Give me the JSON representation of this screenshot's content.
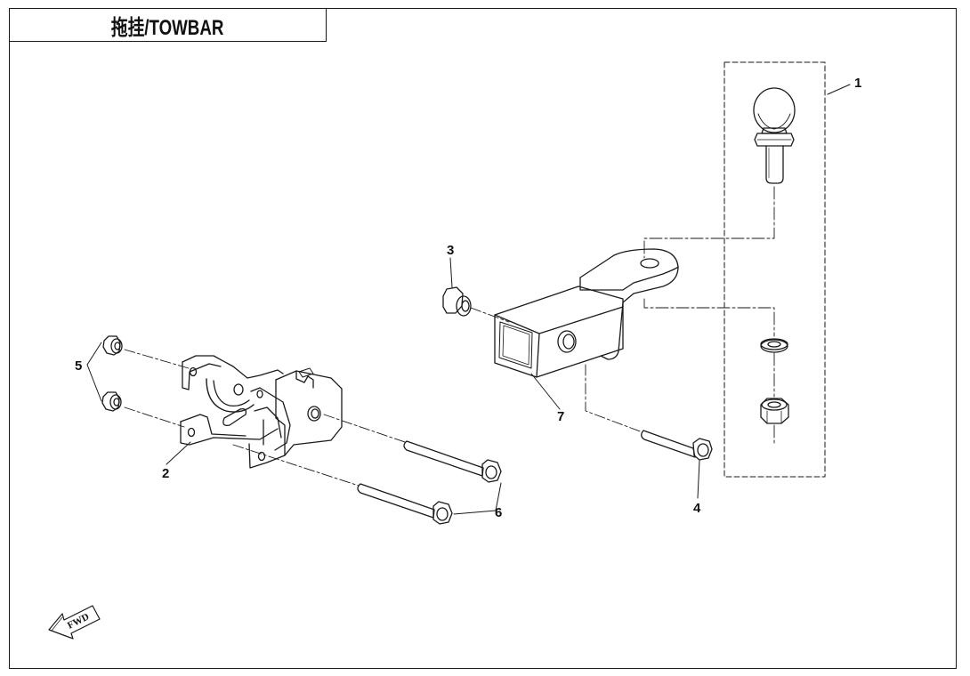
{
  "title": "拖挂/TOWBAR",
  "fwd_label": "FWD",
  "callouts": {
    "ball_mount": "1",
    "bracket": "2",
    "flange_nut": "3",
    "hitch_bolt": "4",
    "frame_nuts": "5",
    "frame_bolts": "6",
    "receiver": "7"
  },
  "icons": {
    "direction": "forward-arrow-icon"
  }
}
